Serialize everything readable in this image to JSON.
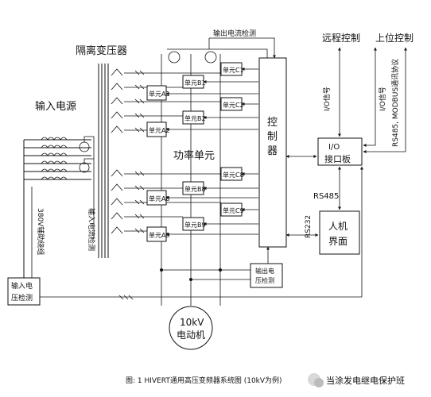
{
  "labels": {
    "isolation_transformer": "隔离变压器",
    "input_power": "输入电源",
    "aux_winding": "380V辅助绕组",
    "input_current_detect": "输入电流检测",
    "input_voltage_detect": "输入电压检测",
    "output_current_detect": "输出电流检测",
    "output_voltage_detect": "输出电压检测",
    "power_units": "功率单元",
    "controller": "控制器",
    "remote_control": "远程控制",
    "upper_control": "上位控制",
    "io_signal_left": "I/O信号",
    "io_signal_right": "I/O信号",
    "rs485_modbus": "RS485, MODBUS通讯协议",
    "io_board": "I/O接口板",
    "rs485": "RS485",
    "rs232": "RS232",
    "hmi": "人机界面",
    "motor_voltage": "10kV",
    "motor_label": "电动机"
  },
  "units": {
    "A1": "单元A1",
    "A2": "单元A2",
    "A8": "单元A8",
    "A9": "单元A9",
    "B1": "单元B1",
    "B2": "单元B2",
    "B8": "单元B8",
    "B9": "单元B9",
    "C1": "单元C1",
    "C2": "单元C2",
    "C8": "单元C8",
    "C9": "单元C9"
  },
  "caption": "图: 1 HIVERT通用高压变频器系统图 (10kV为例)",
  "watermark": "当涂发电继电保护班"
}
